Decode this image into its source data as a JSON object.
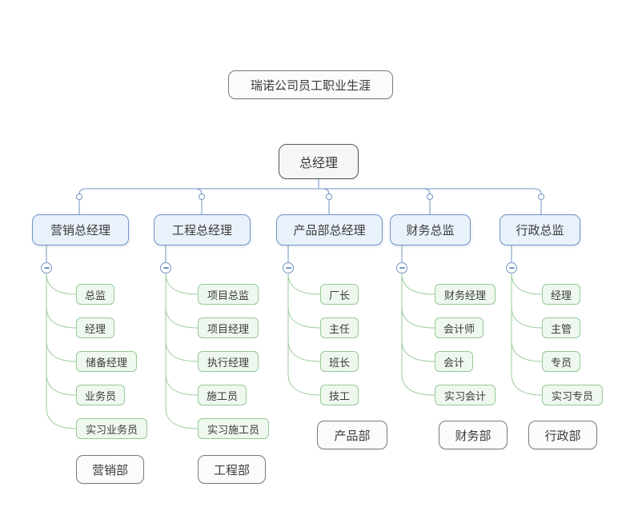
{
  "title": {
    "label": "瑞诺公司员工职业生涯"
  },
  "root": {
    "label": "总经理"
  },
  "branches": [
    {
      "label": "营销总经理",
      "children": [
        "总监",
        "经理",
        "储备经理",
        "业务员",
        "实习业务员"
      ],
      "department": "营销部"
    },
    {
      "label": "工程总经理",
      "children": [
        "项目总监",
        "项目经理",
        "执行经理",
        "施工员",
        "实习施工员"
      ],
      "department": "工程部"
    },
    {
      "label": "产品部总经理",
      "children": [
        "厂长",
        "主任",
        "班长",
        "技工"
      ],
      "department": "产品部"
    },
    {
      "label": "财务总监",
      "children": [
        "财务经理",
        "会计师",
        "会计",
        "实习会计"
      ],
      "department": "财务部"
    },
    {
      "label": "行政总监",
      "children": [
        "经理",
        "主管",
        "专员",
        "实习专员"
      ],
      "department": "行政部"
    }
  ],
  "icons": {
    "collapse": "minus-icon"
  },
  "colors": {
    "branch_line": "#7094c5",
    "branch_node_bg": "#e9f1fa",
    "branch_node_border": "#7094c5",
    "child_line": "#9bcb9b",
    "child_node_bg": "#eff8ef",
    "child_node_border": "#96c896",
    "free_node_bg": "#fbfbfb",
    "free_node_border": "#7a7a7a",
    "text": "#3b3b3b"
  }
}
